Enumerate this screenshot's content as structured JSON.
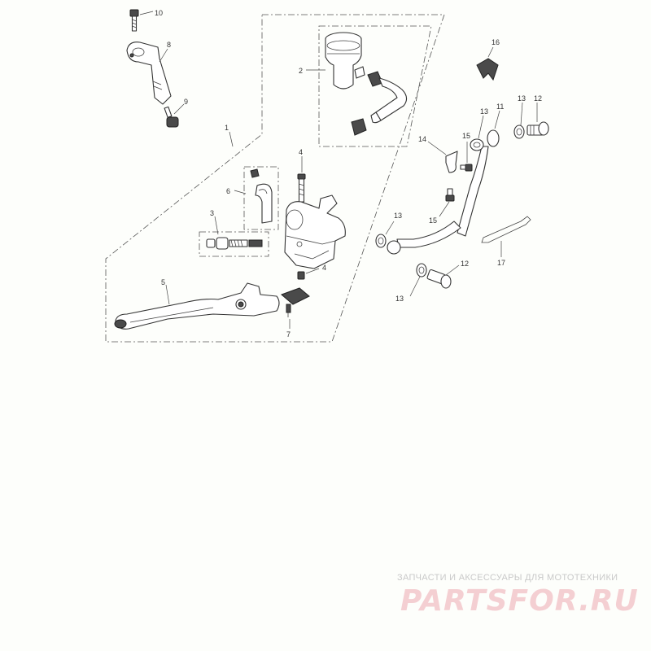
{
  "callouts": {
    "c1": "1",
    "c2": "2",
    "c3": "3",
    "c4a": "4",
    "c4b": "4",
    "c5": "5",
    "c6": "6",
    "c7": "7",
    "c8": "8",
    "c9": "9",
    "c10": "10",
    "c11": "11",
    "c12a": "12",
    "c12b": "12",
    "c13a": "13",
    "c13b": "13",
    "c13c": "13",
    "c13d": "13",
    "c14": "14",
    "c15a": "15",
    "c15b": "15",
    "c16": "16",
    "c17": "17"
  },
  "watermark": {
    "tagline": "ЗАПЧАСТИ И АКСЕССУАРЫ ДЛЯ МОТОТЕХНИКИ",
    "logo": "PARTSFOR.RU",
    "color": "#f4cfd2"
  }
}
